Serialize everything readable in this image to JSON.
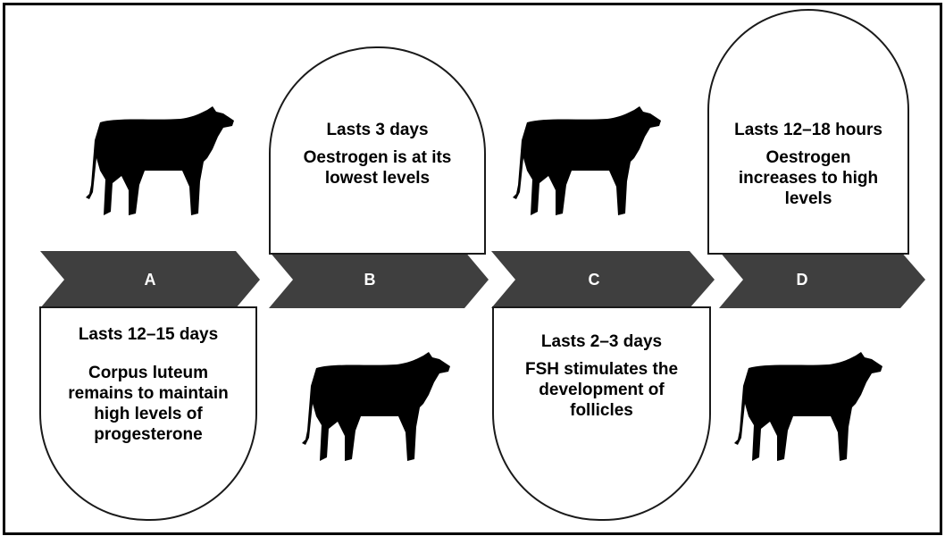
{
  "colors": {
    "arrow": "#3f3f3f",
    "cow": "#000000",
    "border": "#000000"
  },
  "stages": [
    {
      "letter": "A",
      "duration": "Lasts 12–15 days",
      "description": "Corpus luteum remains to maintain high levels of progesterone"
    },
    {
      "letter": "B",
      "duration": "Lasts 3 days",
      "description": "Oestrogen is at its lowest levels"
    },
    {
      "letter": "C",
      "duration": "Lasts 2–3 days",
      "description": "FSH stimulates the development of follicles"
    },
    {
      "letter": "D",
      "duration": "Lasts 12–18 hours",
      "description": "Oestrogen increases to high levels"
    }
  ],
  "icons": [
    "cow-silhouette-icon"
  ]
}
